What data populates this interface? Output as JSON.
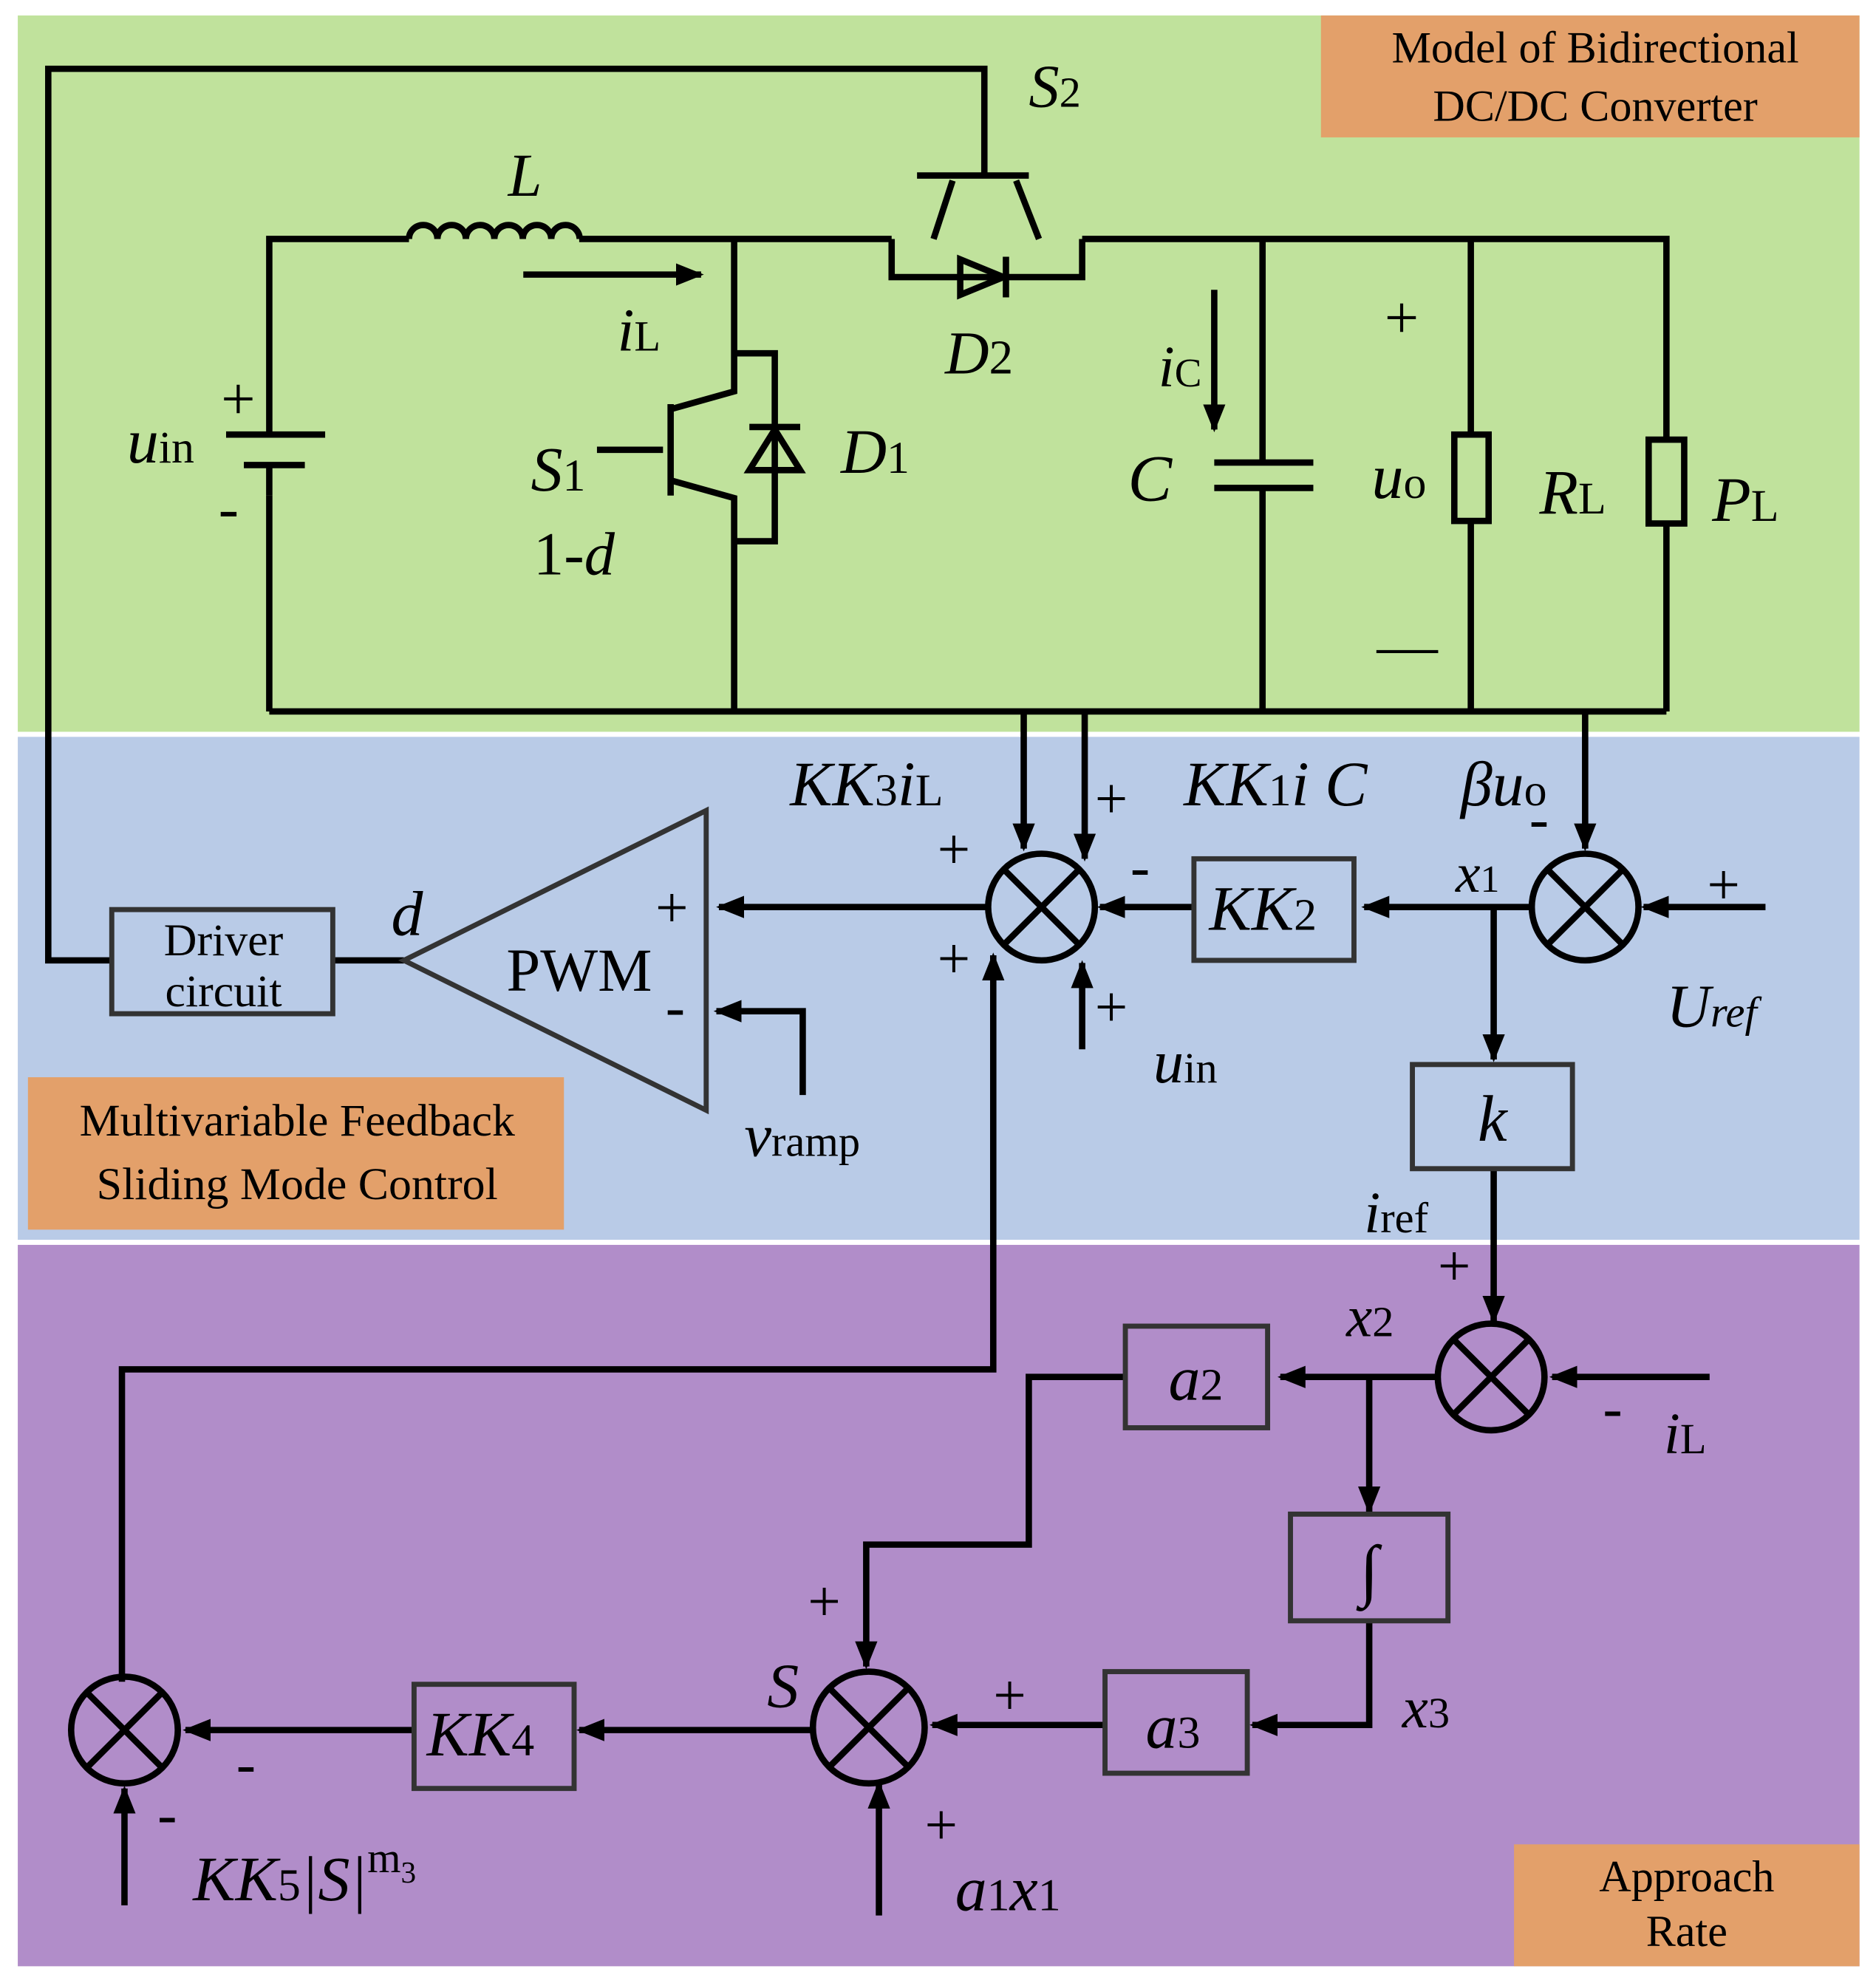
{
  "colors": {
    "converter_region": "#c0e29c",
    "control_region": "#b9cbe7",
    "approach_region": "#b18dc9",
    "tag_fill": "#e3a06a",
    "block_fill": "#ffffff00"
  },
  "tags": {
    "converter": [
      "Model of Bidirectional",
      "DC/DC Converter"
    ],
    "control": [
      "Multivariable Feedback",
      "Sliding Mode Control"
    ],
    "approach": [
      "Approach",
      "Rate"
    ]
  },
  "circuit": {
    "L": "L",
    "iL": [
      "i",
      "L"
    ],
    "S2": [
      "S",
      "2"
    ],
    "D2": [
      "D",
      "2"
    ],
    "uin": [
      "u",
      "in"
    ],
    "S1": [
      "S",
      "1"
    ],
    "one_minus_d": [
      "1-",
      "d"
    ],
    "D1": [
      "D",
      "1"
    ],
    "iC": [
      "i",
      "C"
    ],
    "C": "C",
    "plus": "+",
    "minus": "—",
    "uo": [
      "u",
      "o"
    ],
    "RL": [
      "R",
      "L"
    ],
    "PL": [
      "P",
      "L"
    ]
  },
  "control": {
    "KK3iL": [
      "KK",
      "3",
      "i",
      "L"
    ],
    "KK1iC": [
      "KK",
      "1",
      "i C"
    ],
    "beta_uo": [
      "βu",
      "o"
    ],
    "x1": [
      "x",
      "1"
    ],
    "Uref": [
      "U",
      "ref"
    ],
    "KK2": [
      "KK",
      "2"
    ],
    "d": "d",
    "driver": [
      "Driver",
      "circuit"
    ],
    "pwm": "PWM",
    "vramp": [
      "v",
      "ramp"
    ],
    "uin": [
      "u",
      "in"
    ],
    "k": "k",
    "iref": [
      "i",
      "ref"
    ]
  },
  "approach": {
    "x2": [
      "x",
      "2"
    ],
    "a2": [
      "a",
      "2"
    ],
    "iL": [
      "i",
      "L"
    ],
    "integral": "∫",
    "a3": [
      "a",
      "3"
    ],
    "x3": [
      "x",
      "3"
    ],
    "S": "S",
    "KK4": [
      "KK",
      "4"
    ],
    "KK5S": [
      "KK",
      "5",
      "|S|",
      "m",
      "3"
    ],
    "a1x1": [
      "a",
      "1",
      "x",
      "1"
    ]
  },
  "signs": {
    "plus": "+",
    "minus": "-"
  }
}
